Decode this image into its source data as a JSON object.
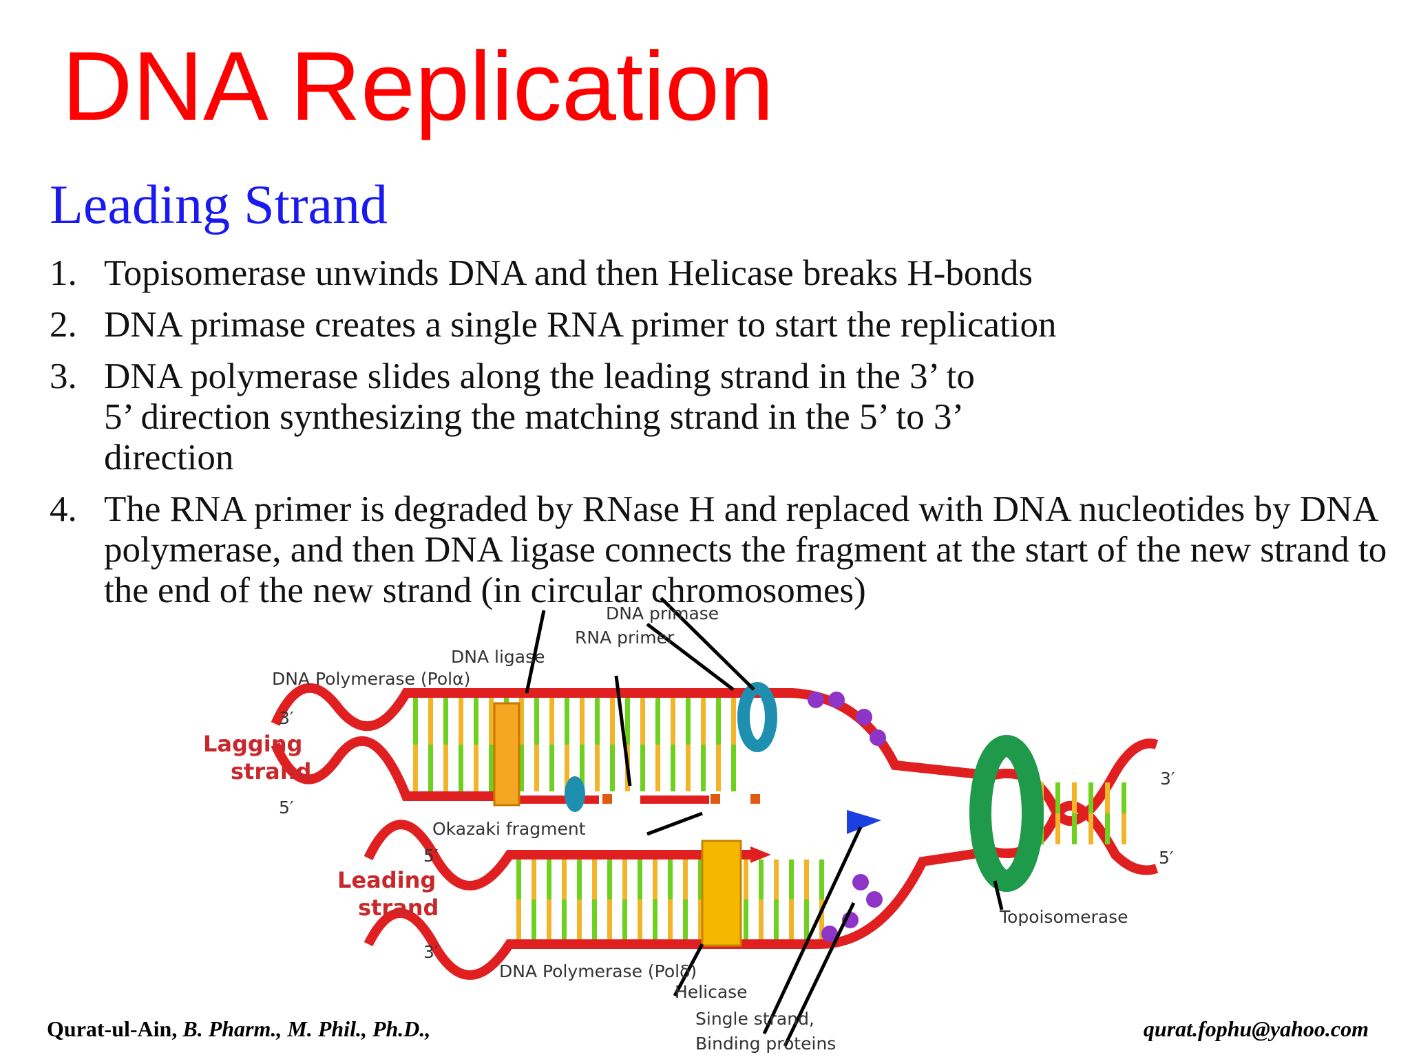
{
  "slide": {
    "title": "DNA Replication",
    "subtitle": "Leading Strand",
    "points": [
      {
        "num": "1.",
        "text": "Topisomerase unwinds DNA and then Helicase breaks H-bonds"
      },
      {
        "num": "2.",
        "text": "DNA primase creates a single RNA primer to start the replication"
      },
      {
        "num": "3.",
        "text": "DNA polymerase slides along the leading strand in the 3’ to 5’ direction synthesizing the matching strand in the 5’ to 3’ direction"
      },
      {
        "num": "4.",
        "text": "The RNA primer is degraded by RNase H and replaced with DNA nucleotides by DNA polymerase, and then DNA ligase connects the fragment at the start of the new strand to the end of the new strand (in circular chromosomes)"
      }
    ]
  },
  "diagram": {
    "labels": {
      "dna_primase": "DNA primase",
      "rna_primer": "RNA primer",
      "dna_ligase": "DNA ligase",
      "pol_alpha": "DNA Polymerase (Polα)",
      "lagging_1": "Lagging",
      "lagging_2": "strand",
      "leading_1": "Leading",
      "leading_2": "strand",
      "okazaki": "Okazaki fragment",
      "pol_delta": "DNA Polymerase (Polδ)",
      "helicase": "Helicase",
      "ssb_1": "Single strand,",
      "ssb_2": "Binding proteins",
      "topoisomerase": "Topoisomerase"
    },
    "primes": {
      "lag_left_top": "3′",
      "lag_left_bottom": "5′",
      "lead_left_top": "5′",
      "lead_left_bottom": "3′",
      "right_top": "3′",
      "right_bottom": "5′"
    },
    "colors": {
      "backbone": "#e02020",
      "base_yellow": "#f2b52a",
      "base_green": "#6fd020",
      "polymerase": "#f5a623",
      "primase": "#1f8fb0",
      "topoisomerase": "#1f9a4a",
      "helicase": "#1c3fe0",
      "ssb": "#8e35c8",
      "label_red": "#c8282b"
    }
  },
  "footer": {
    "author": "Qurat-ul-Ain,",
    "credentials": " B. Pharm., M. Phil., Ph.D.,",
    "email": "qurat.fophu@yahoo.com"
  }
}
